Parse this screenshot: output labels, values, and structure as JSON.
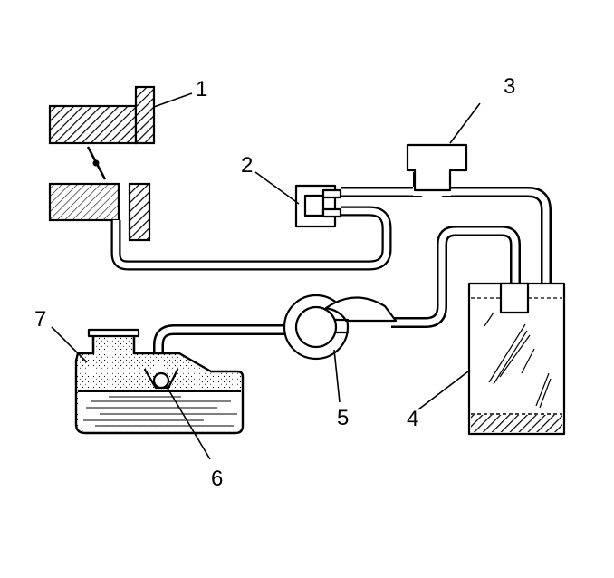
{
  "callouts": [
    {
      "id": "callout-1",
      "text": "1"
    },
    {
      "id": "callout-2",
      "text": "2"
    },
    {
      "id": "callout-3",
      "text": "3"
    },
    {
      "id": "callout-4",
      "text": "4"
    },
    {
      "id": "callout-5",
      "text": "5"
    },
    {
      "id": "callout-6",
      "text": "6"
    },
    {
      "id": "callout-7",
      "text": "7"
    }
  ]
}
